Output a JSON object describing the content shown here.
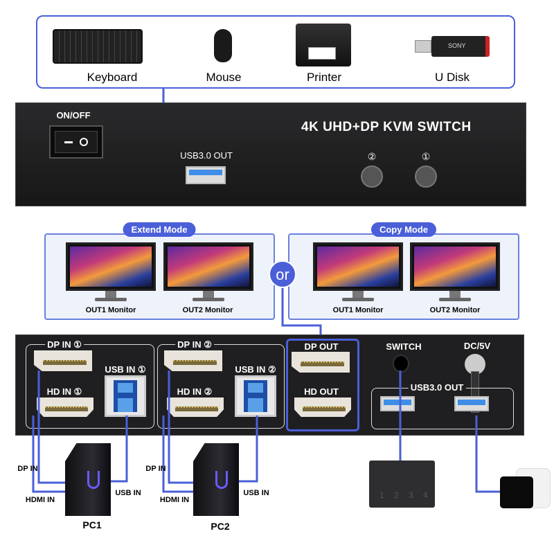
{
  "peripherals": {
    "items": [
      {
        "label": "Keyboard",
        "icon": "keyboard-icon"
      },
      {
        "label": "Mouse",
        "icon": "mouse-icon"
      },
      {
        "label": "Printer",
        "icon": "printer-icon"
      },
      {
        "label": "U Disk",
        "icon": "usb-drive-icon",
        "brand": "SONY"
      }
    ]
  },
  "front_panel": {
    "power_label": "ON/OFF",
    "title": "4K UHD+DP KVM SWITCH",
    "usb_out_label": "USB3.0 OUT",
    "button_2_label": "②",
    "button_1_label": "①"
  },
  "modes": {
    "extend": {
      "label": "Extend Mode",
      "monitors": [
        "OUT1 Monitor",
        "OUT2 Monitor"
      ]
    },
    "copy": {
      "label": "Copy Mode",
      "monitors": [
        "OUT1 Monitor",
        "OUT2 Monitor"
      ]
    },
    "or_label": "or"
  },
  "rear_panel": {
    "group1": {
      "dp": "DP IN ①",
      "hd": "HD IN ①",
      "usb": "USB IN ①"
    },
    "group2": {
      "dp": "DP IN ②",
      "hd": "HD IN ②",
      "usb": "USB IN ②"
    },
    "output": {
      "dp": "DP OUT",
      "hd": "HD OUT"
    },
    "switch_label": "SWITCH",
    "dc_label": "DC/5V",
    "usb_out_label": "USB3.0 OUT"
  },
  "pcs": [
    {
      "name": "PC1",
      "dp": "DP IN",
      "hdmi": "HDMI IN",
      "usb": "USB IN"
    },
    {
      "name": "PC2",
      "dp": "DP IN",
      "hdmi": "HDMI IN",
      "usb": "USB IN"
    }
  ],
  "switch_pad": {
    "keys": [
      "1",
      "2",
      "3",
      "4"
    ]
  },
  "colors": {
    "accent": "#4a5fd8",
    "panel": "#1f1f21"
  }
}
